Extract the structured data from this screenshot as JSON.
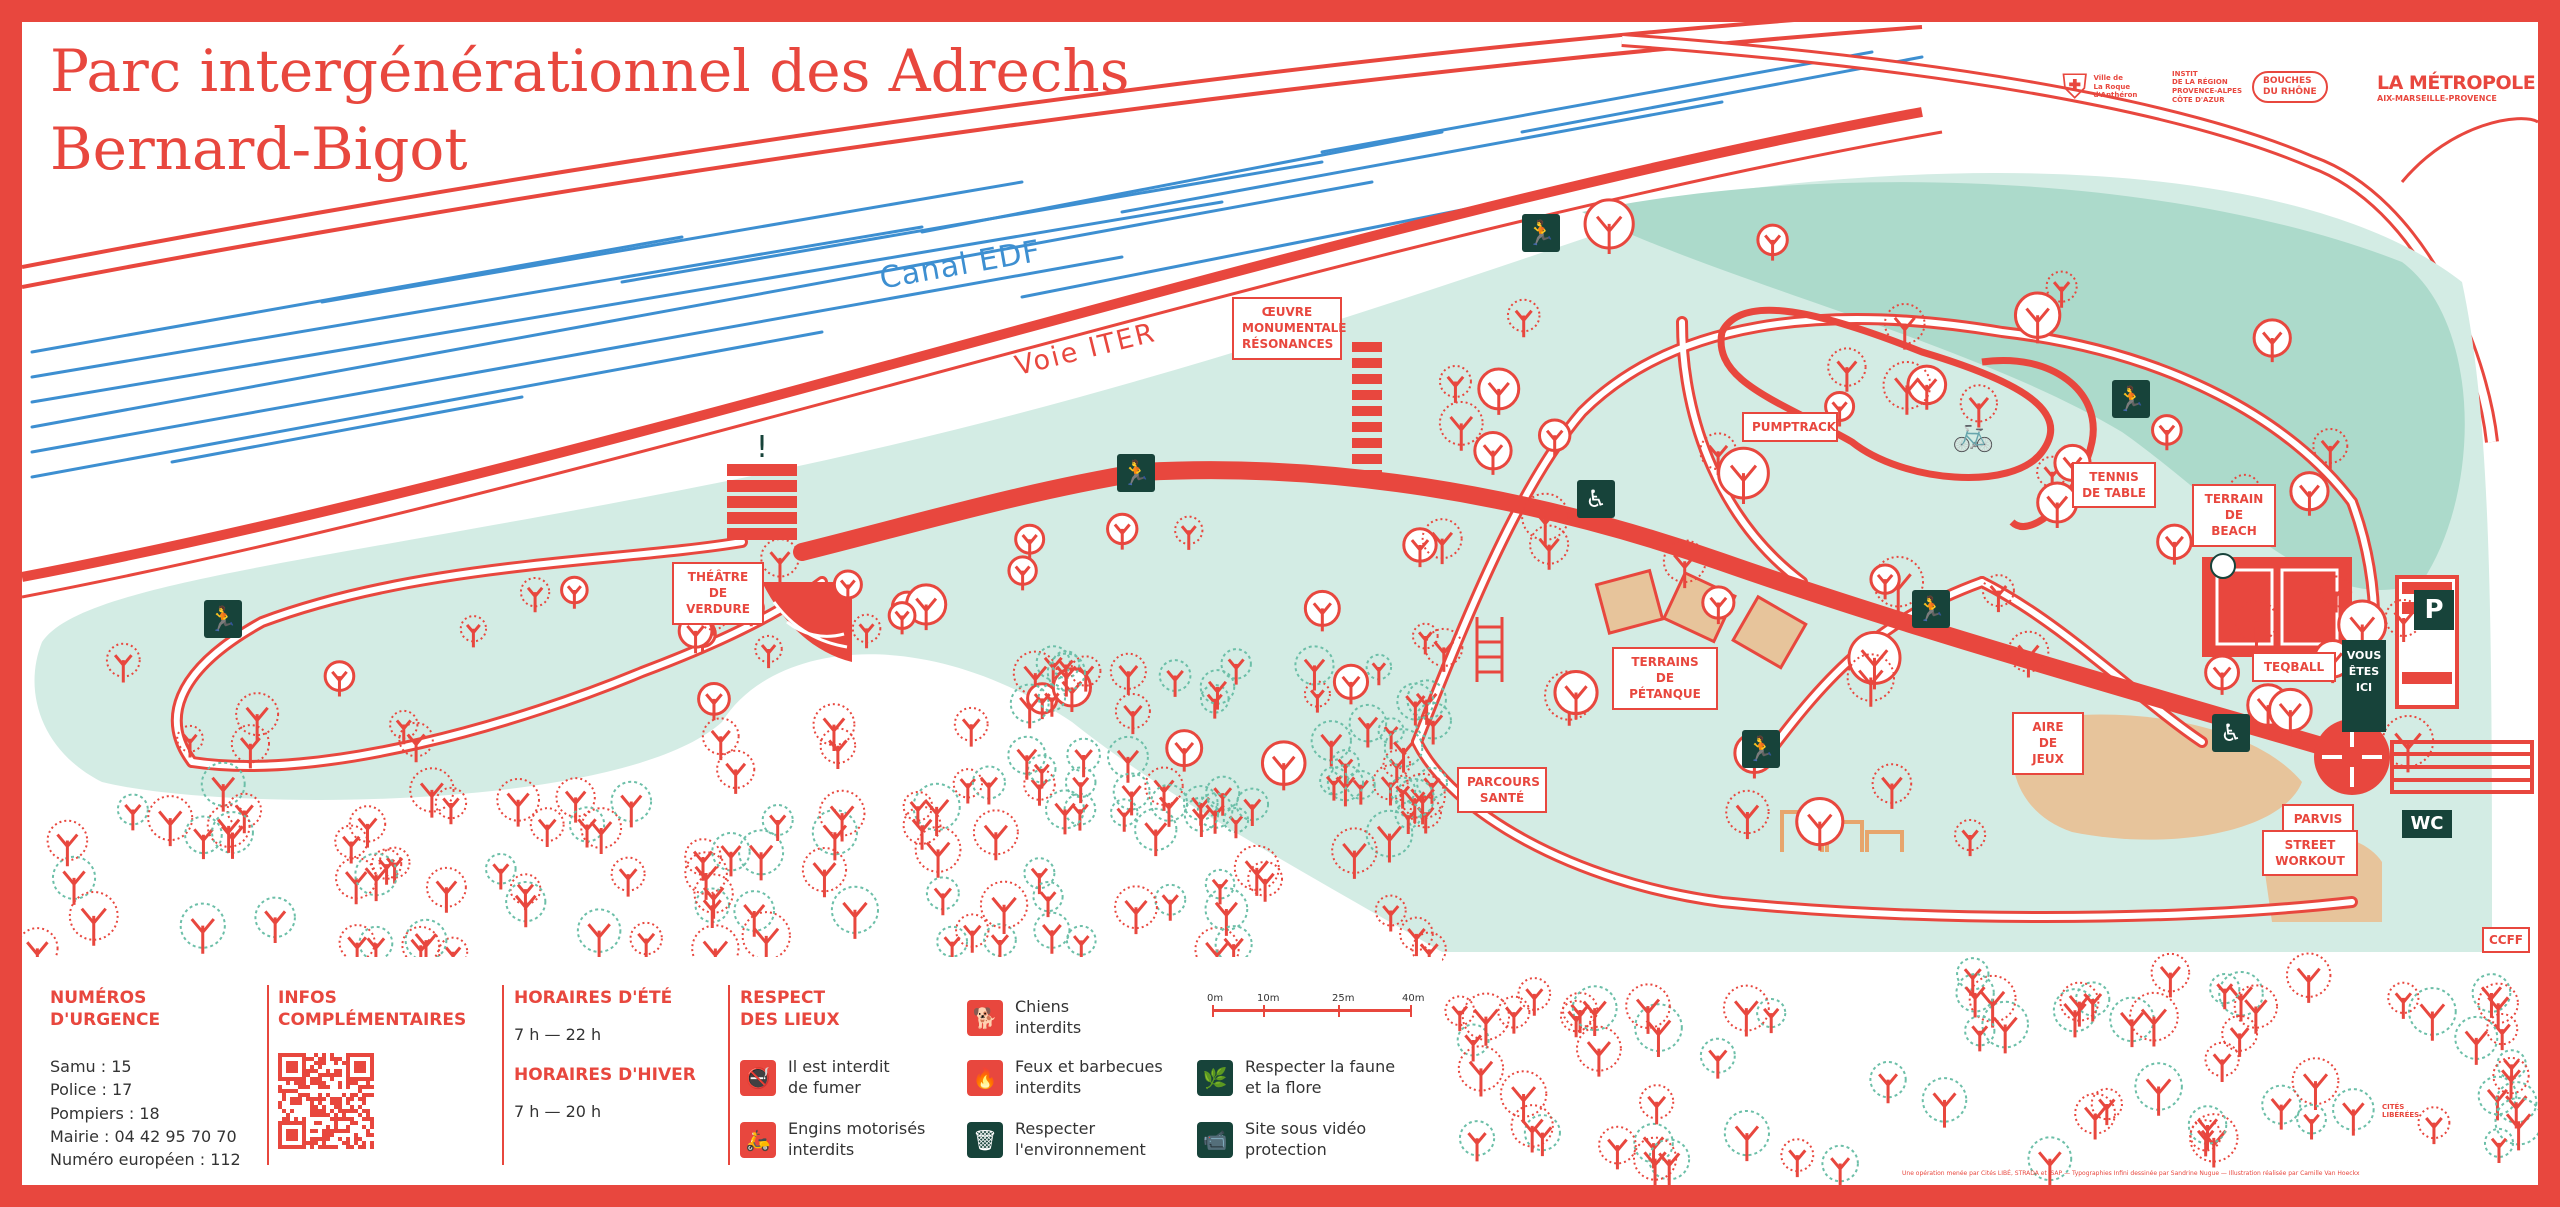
{
  "title": {
    "line1": "Parc intergénérationnel des Adrechs",
    "line2": "Bernard-Bigot"
  },
  "map_labels": {
    "canal": "Canal EDF",
    "voie": "Voie ITER",
    "oeuvre": "ŒUVRE\nMONUMENTALE\nRÉSONANCES",
    "theatre": "THÉÂTRE DE\nVERDURE",
    "pumptrack": "PUMPTRACK",
    "tennis": "TENNIS\nDE TABLE",
    "beach": "TERRAIN\nDE BEACH",
    "petanque": "TERRAINS DE\nPÉTANQUE",
    "teqball": "TEQBALL",
    "aire": "AIRE DE\nJEUX",
    "parcours": "PARCOURS\nSANTÉ",
    "parvis": "PARVIS",
    "vous": "VOUS\nÊTES\nICI",
    "workout": "STREET\nWORKOUT",
    "wc": "WC",
    "ccff": "CCFF",
    "parking": "P"
  },
  "logos": {
    "ville": "Ville de\nLa Roque\nd'Anthéron",
    "iset": "INSTIT\nDE LA RÉGION\nPROVENCE-ALPES\nCÔTE D'AZUR",
    "bdr": "BOUCHES\nDU RHÔNE",
    "metropole": "LA MÉTROPOLE",
    "metropole_sub": "AIX-MARSEILLE-PROVENCE"
  },
  "info": {
    "urgence": {
      "heading": "NUMÉROS\nD'URGENCE",
      "lines": [
        "Samu : 15",
        "Police : 17",
        "Pompiers : 18",
        "Mairie : 04 42 95 70 70",
        "Numéro européen : 112"
      ]
    },
    "complementaires": {
      "heading": "INFOS\nCOMPLÉMENTAIRES"
    },
    "horaires": {
      "ete_heading": "HORAIRES D'ÉTÉ",
      "ete_value": "7 h — 22 h",
      "hiver_heading": "HORAIRES D'HIVER",
      "hiver_value": "7 h — 20 h"
    },
    "respect": {
      "heading": "RESPECT\nDES LIEUX",
      "rules": [
        "Chiens\ninterdits",
        "Il est interdit\nde fumer",
        "Feux et barbecues\ninterdits",
        "Engins motorisés\ninterdits",
        "Respecter\nl'environnement",
        "Respecter la faune\net la flore",
        "Site sous vidéo\nprotection"
      ]
    },
    "scale": [
      "0m",
      "10m",
      "25m",
      "40m"
    ]
  },
  "footer": {
    "credits": "Une opération menée par Cités LIBÉ, STRADA et ISAP — Typographies Infini dessinée par Sandrine Nugue — Illustration réalisée par Camille Van Hoeckx",
    "cities": "CITÉS\nLIBÉRÉES"
  },
  "colors": {
    "red": "#e8473e",
    "mint": "#d3ece4",
    "mint_dark": "#acdacb",
    "canal_blue": "#3d8fd1",
    "dark_green": "#17433a",
    "sand": "#e7c49b"
  }
}
